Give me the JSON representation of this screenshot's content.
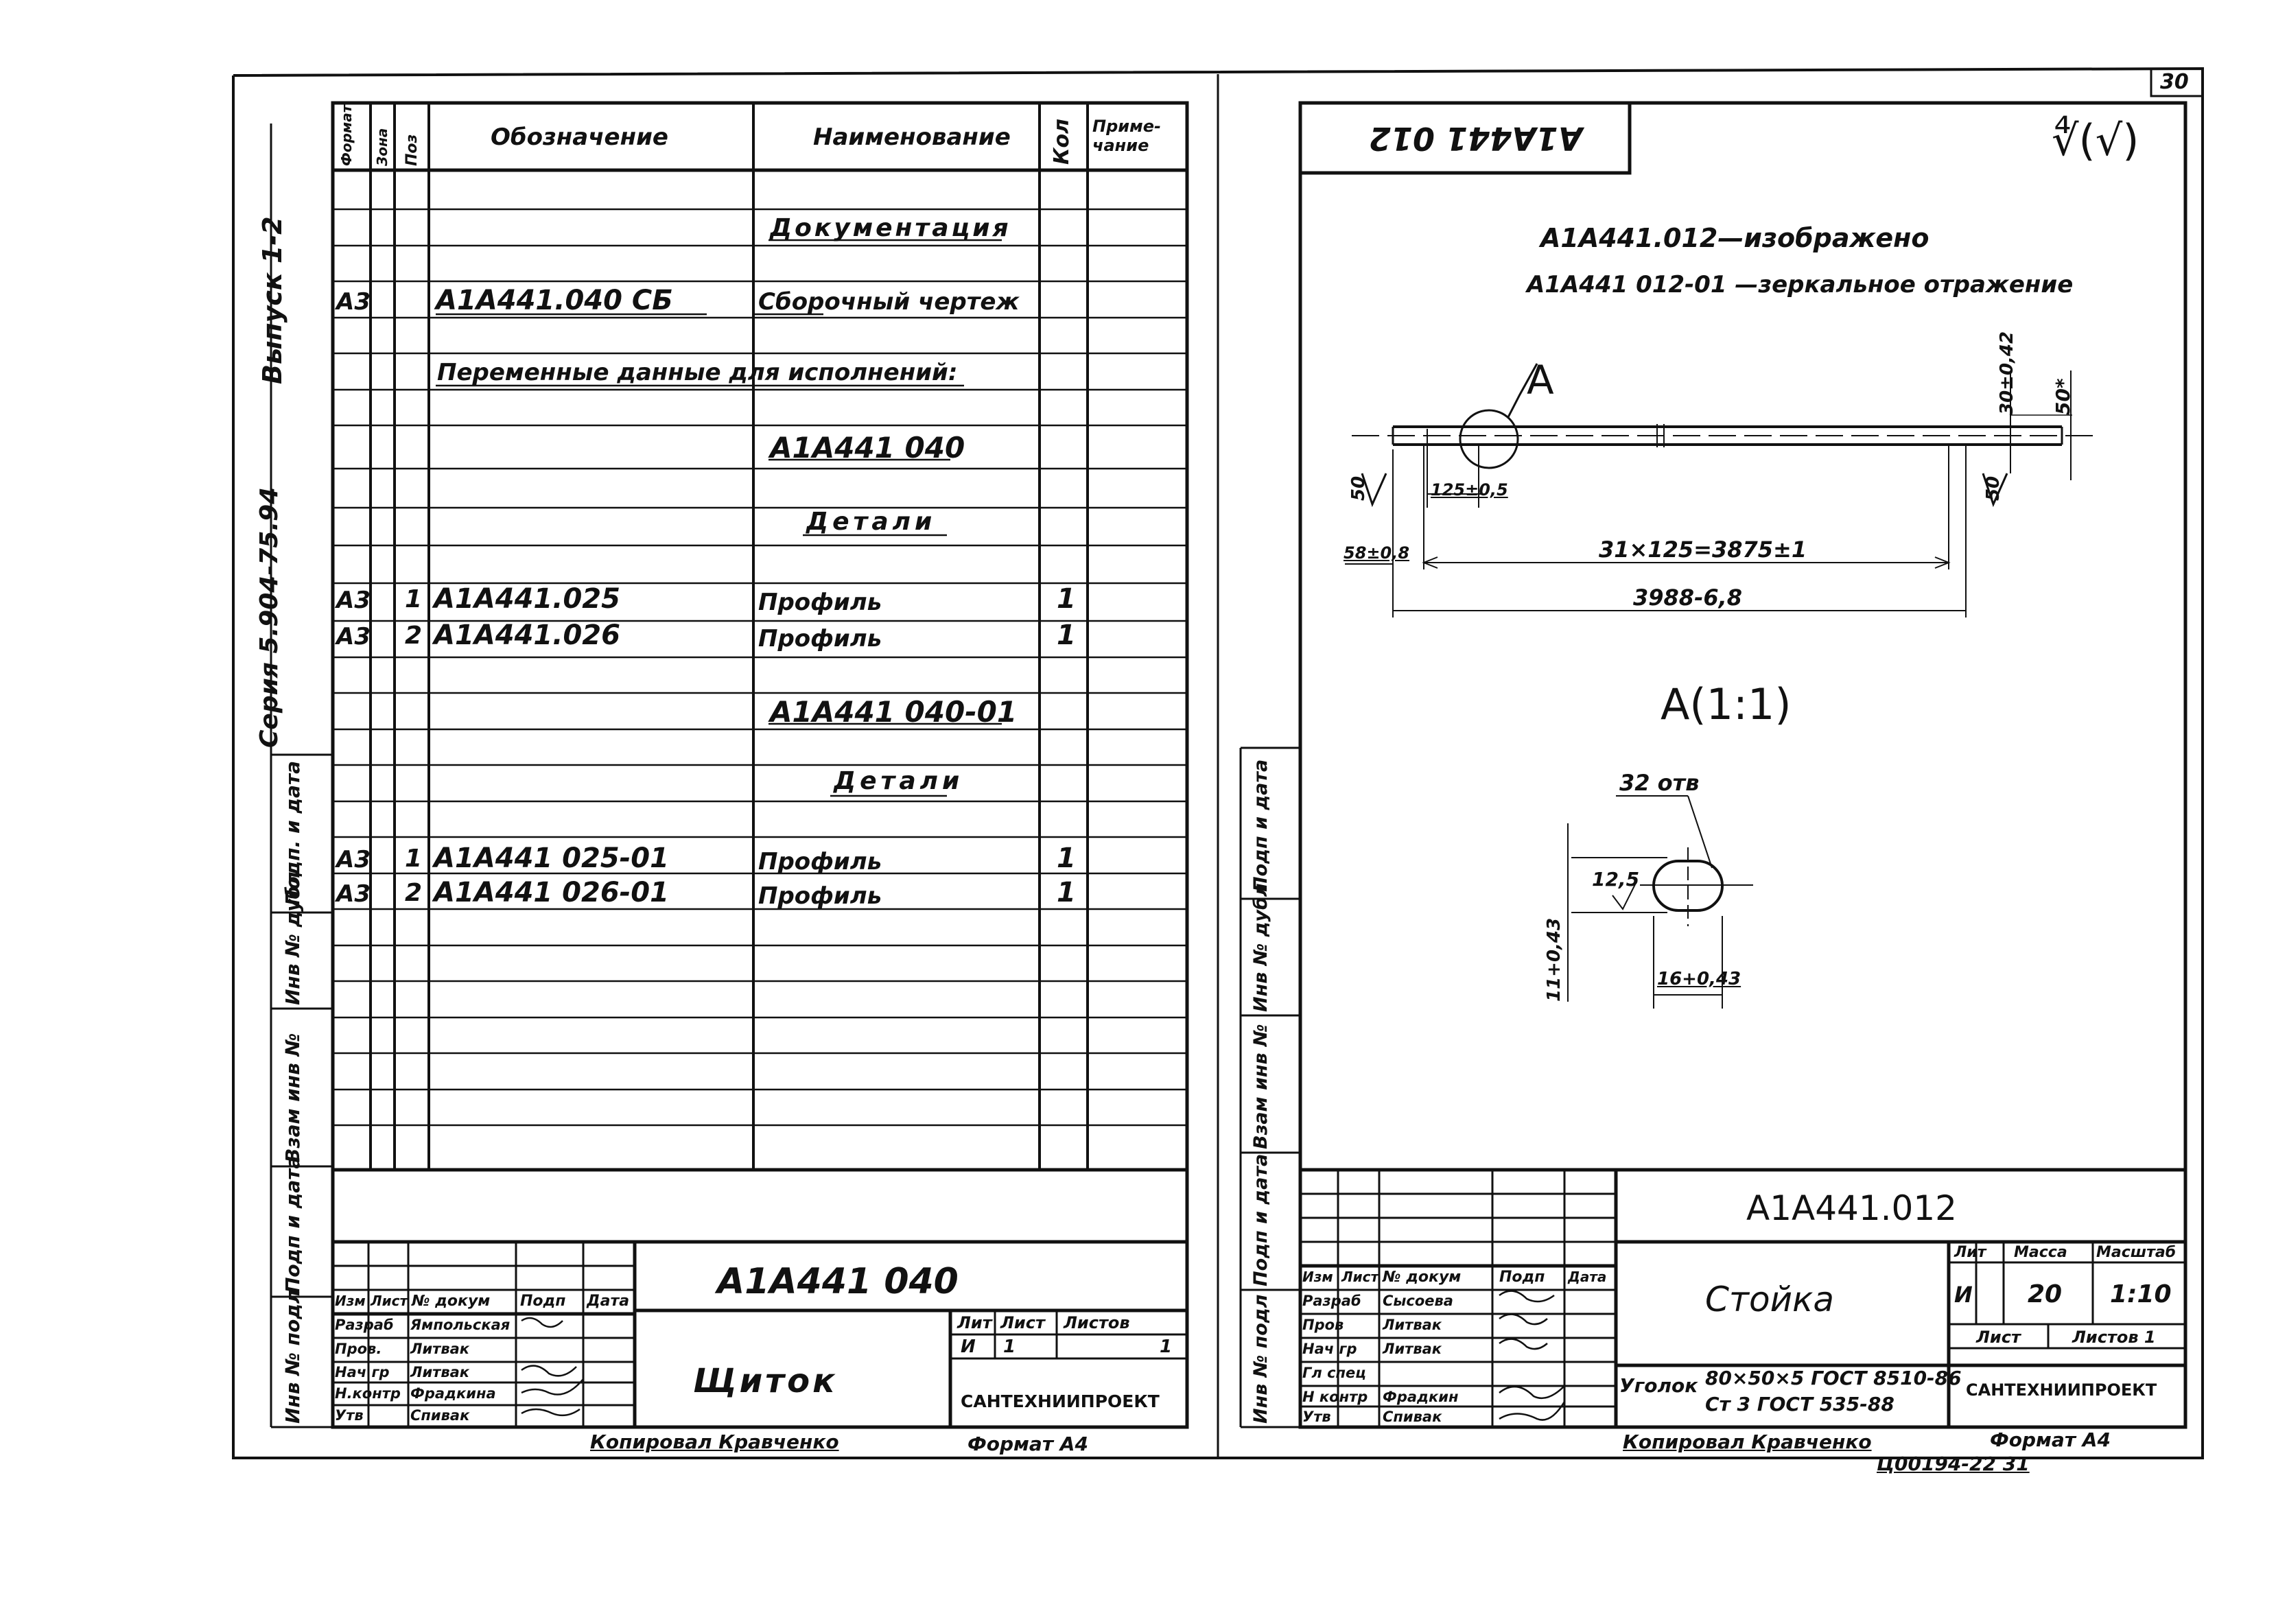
{
  "page_number": "30",
  "left_sheet": {
    "side_stamp": {
      "series": "Серия 5.904-75.94",
      "issue": "Выпуск 1-2",
      "boxes": [
        "Подп. и дата",
        "Инв № дубл",
        "Взам инв №",
        "Подп и дата",
        "Инв № подл"
      ]
    },
    "spec_headers": {
      "format": "Формат",
      "zone": "Зона",
      "pos": "Поз",
      "designation": "Обозначение",
      "name": "Наименование",
      "qty": "Кол",
      "note": "Приме-чание"
    },
    "rows": [
      {
        "format": "",
        "pos": "",
        "designation": "",
        "name": "Документация",
        "qty": ""
      },
      {
        "format": "А3",
        "pos": "",
        "designation": "А1А441.040 СБ",
        "name": "Сборочный чертеж",
        "qty": ""
      },
      {
        "format": "",
        "pos": "",
        "designation": "Переменные данные для исполнений:",
        "name": "",
        "qty": ""
      },
      {
        "format": "",
        "pos": "",
        "designation": "",
        "name": "А1А441 040",
        "qty": ""
      },
      {
        "format": "",
        "pos": "",
        "designation": "",
        "name": "Детали",
        "qty": ""
      },
      {
        "format": "А3",
        "pos": "1",
        "designation": "А1А441.025",
        "name": "Профиль",
        "qty": "1"
      },
      {
        "format": "А3",
        "pos": "2",
        "designation": "А1А441.026",
        "name": "Профиль",
        "qty": "1"
      },
      {
        "format": "",
        "pos": "",
        "designation": "",
        "name": "А1А441 040-01",
        "qty": ""
      },
      {
        "format": "",
        "pos": "",
        "designation": "",
        "name": "Детали",
        "qty": ""
      },
      {
        "format": "А3",
        "pos": "1",
        "designation": "А1А441 025-01",
        "name": "Профиль",
        "qty": "1"
      },
      {
        "format": "А3",
        "pos": "2",
        "designation": "А1А441 026-01",
        "name": "Профиль",
        "qty": "1"
      }
    ],
    "title_block": {
      "doc_number": "А1А441 040",
      "title": "Щиток",
      "col_headers": [
        "Изм",
        "Лист",
        "№ докум",
        "Подп",
        "Дата"
      ],
      "roles": [
        {
          "role": "Разраб",
          "name": "Ямпольская"
        },
        {
          "role": "Пров.",
          "name": "Литвак"
        },
        {
          "role": "Нач гр",
          "name": "Литвак"
        },
        {
          "role": "Н.контр",
          "name": "Фрадкина"
        },
        {
          "role": "Утв",
          "name": "Спивак"
        }
      ],
      "lit_label": "Лит",
      "sheet_label": "Лист",
      "sheets_label": "Листов",
      "lit_value": "И",
      "sheet_value": "1",
      "sheets_value": "1",
      "organization": "САНТЕХНИИПРОЕКТ"
    },
    "copied_by": "Копировал Кравченко",
    "format": "Формат А4"
  },
  "right_sheet": {
    "mirror_stamp": "А1А441 012",
    "roughness": "∜(√)",
    "note_1": "А1А441.012—изображено",
    "note_2": "А1А441 012-01 —зеркальное отражение",
    "callout_label": "А",
    "view_label": "А(1:1)",
    "dims": {
      "d_pitch": "125±0,5",
      "d_series": "31×125=3875±1",
      "d_edge": "58±0,8",
      "d_total": "3988-6,8",
      "d_height": "30±0,42",
      "d_side_right": "50",
      "d_side_left": "50",
      "d_star": "50*",
      "d_holes": "32 отв",
      "d_slot_w": "12,5",
      "d_slot_len": "16+0,43",
      "d_slot_h": "11+0,43"
    },
    "side_boxes": [
      "Подп и дата",
      "Инв № дубл",
      "Взам инв №",
      "Подп и дата",
      "Инв № подл"
    ],
    "title_block": {
      "doc_number": "А1А441.012",
      "title": "Стойка",
      "col_headers": [
        "Изм",
        "Лист",
        "№ докум",
        "Подп",
        "Дата"
      ],
      "roles": [
        {
          "role": "Разраб",
          "name": "Сысоева"
        },
        {
          "role": "Пров",
          "name": "Литвак"
        },
        {
          "role": "Нач гр",
          "name": "Литвак"
        },
        {
          "role": "Гл спец",
          "name": ""
        },
        {
          "role": "Н контр",
          "name": "Фрадкин"
        },
        {
          "role": "Утв",
          "name": "Спивак"
        }
      ],
      "lit_label": "Лит",
      "mass_label": "Масса",
      "scale_label": "Масштаб",
      "lit_value": "И",
      "mass_value": "20",
      "scale_value": "1:10",
      "sheet_label": "Лист",
      "sheets_label": "Листов 1",
      "material_label": "Уголок",
      "material_1": "80×50×5 ГОСТ 8510-86",
      "material_2": "Ст 3 ГОСТ 535-88",
      "organization": "САНТЕХНИИПРОЕКТ"
    },
    "copied_by": "Копировал Кравченко",
    "format": "Формат А4",
    "archive_number": "Ц00194-22 31"
  }
}
